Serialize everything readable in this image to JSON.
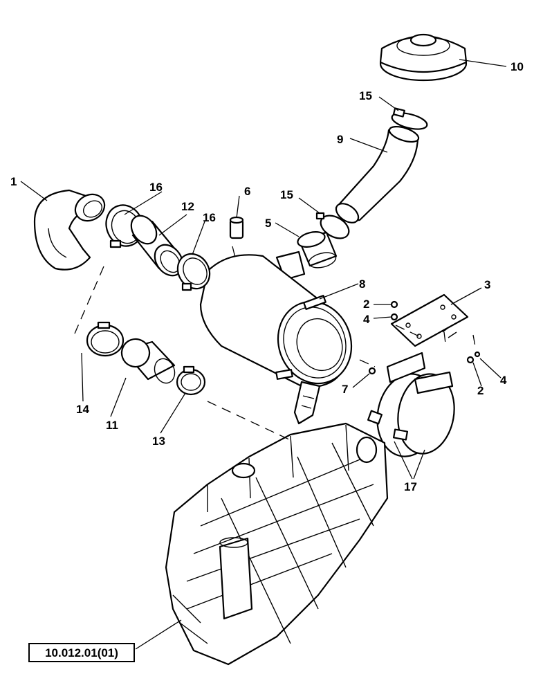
{
  "callouts": {
    "c1": "1",
    "c2a": "2",
    "c2b": "2",
    "c3": "3",
    "c4a": "4",
    "c4b": "4",
    "c5": "5",
    "c6": "6",
    "c7": "7",
    "c8": "8",
    "c9": "9",
    "c10": "10",
    "c11": "11",
    "c12": "12",
    "c13": "13",
    "c14": "14",
    "c15a": "15",
    "c15b": "15",
    "c16a": "16",
    "c16b": "16",
    "c17": "17"
  },
  "reference": {
    "label": "10.012.01(01)"
  },
  "colors": {
    "line": "#000000",
    "background": "#ffffff"
  }
}
